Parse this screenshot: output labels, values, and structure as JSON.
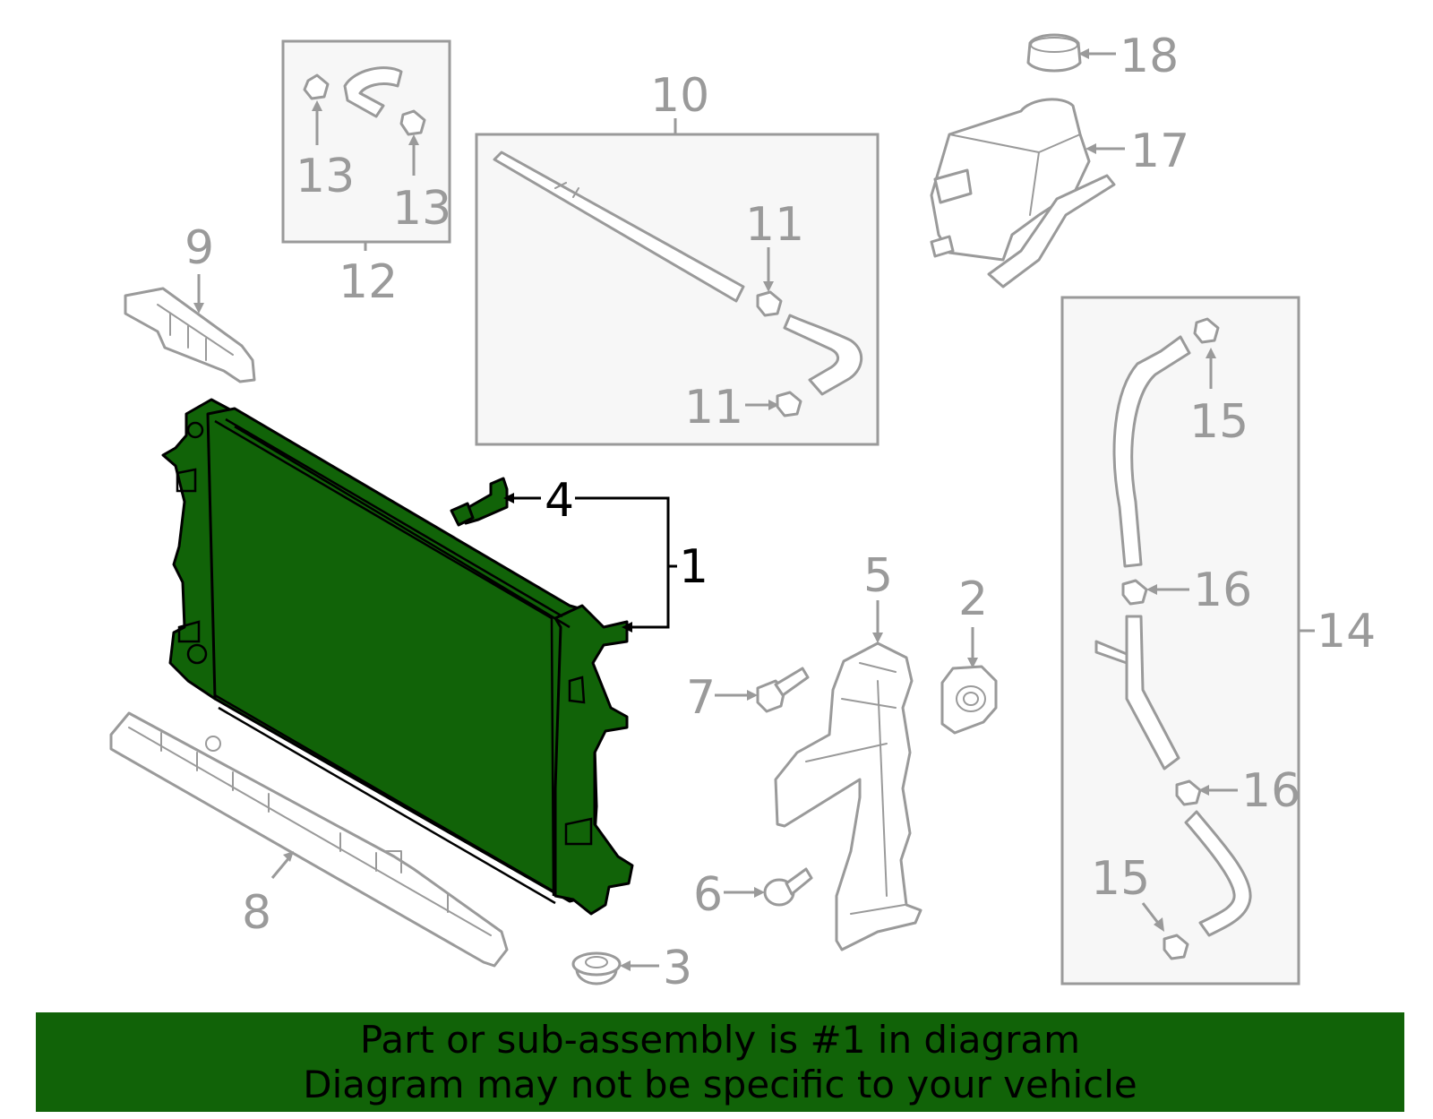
{
  "callouts": {
    "c1": "1",
    "c2": "2",
    "c3": "3",
    "c4": "4",
    "c5": "5",
    "c6": "6",
    "c7": "7",
    "c8": "8",
    "c9": "9",
    "c10": "10",
    "c11": "11",
    "c12": "12",
    "c13": "13",
    "c14": "14",
    "c15": "15",
    "c16": "16",
    "c17": "17",
    "c18": "18"
  },
  "banner": {
    "line1": "Part or sub-assembly is #1 in diagram",
    "line2": "Diagram may not be specific to your vehicle"
  },
  "colors": {
    "highlight": "#116308",
    "line_art": "#9a9a9a",
    "highlight_text": "#000000"
  }
}
